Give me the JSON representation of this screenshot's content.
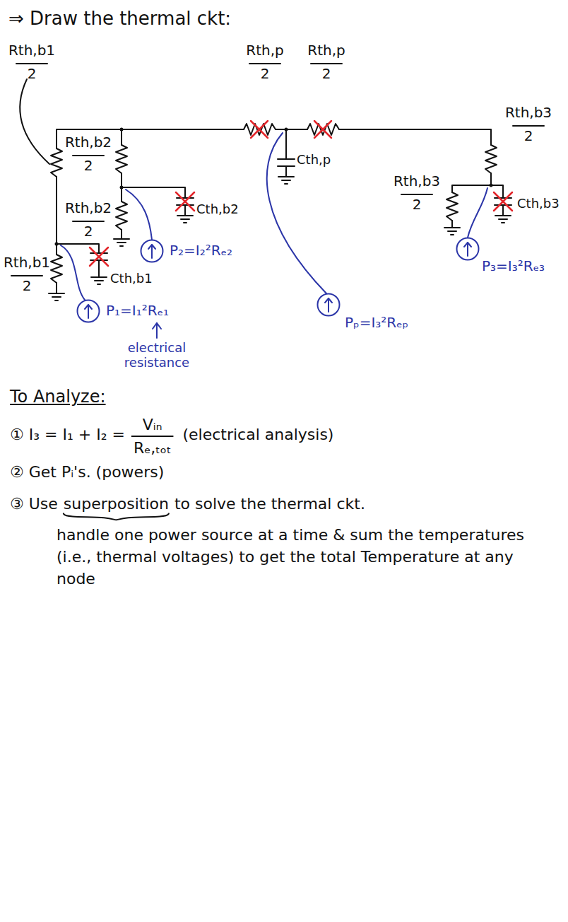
{
  "diagram": {
    "title": "⇒ Draw the thermal ckt:",
    "nodes": [
      {
        "text": [
          "P₁=I₁²Rₑ₁"
        ]
      },
      {
        "text": [
          "P₂=I₂²Rₑ₂"
        ]
      },
      {
        "text": [
          "Pₚ=I₃²Rₑₚ"
        ]
      },
      {
        "text": [
          "P₃=I₃²Rₑ₃"
        ]
      }
    ],
    "labels": [
      "Rth,b1",
      "2",
      "Rth,p",
      "2",
      "Rth,p",
      "2",
      "Rth,b3",
      "2",
      "Rth,b2",
      "2",
      "Cth,p",
      "Rth,b2",
      "2",
      "Cth,b2",
      "Rth,b3",
      "2",
      "Cth,b3",
      "Rth,b1",
      "2",
      "Cth,b1",
      "electrical resistance",
      "To Analyze:",
      "① I₃ = I₁ + I₂ =",
      "Vᵢₙ",
      "Rₑ,ₜₒₜ",
      "(electrical analysis)",
      "② Get Pᵢ's. (powers)",
      "③ Use",
      "superposition",
      "to solve the thermal ckt.",
      "handle one power source at a time & sum the temperatures (i.e., thermal voltages) to get the total Temperature at any node"
    ]
  }
}
